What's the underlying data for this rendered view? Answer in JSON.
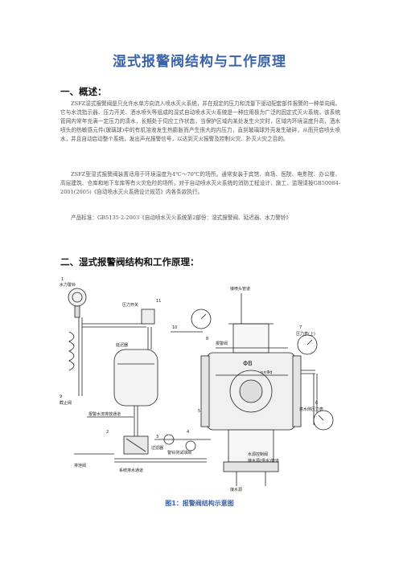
{
  "doc": {
    "title": "湿式报警阀结构与工作原理",
    "section1_heading": "一、概述：",
    "paragraphs": [
      "ZSFZ湿式报警阀是只允许水单方向流入喷水灭火系统，并在规定的压力和流量下驱动配套部件报警的一种单向阀。它与水流指示器、压力开关、洒水喷头等组成的湿式自动喷水灭火系统是一种应用极为广泛的固定式灭火系统。该系统管网内常年充满一定压力的清水，长期处于伺应工作状态，当保护区域内某处发生火灾时，区域内环境温度升高，洒水喷头的热敏感元件(玻璃球)中的有机溶液发生热膨胀而产生很大的内压力，直到玻璃球外壳发生破碎，从而开启喷头喷水，并且自动启动整个系统，发出声光报警信号，以达到灭火报警及控制火灾、扑灭火灾之目的。",
      "ZSFZ型湿式报警阀装置适用于环境温度为4℃～70℃的场所。通常安装于宾馆、商场、医院、电影院、办公楼、高层建筑、仓库和地下车库等有火灾危险的场所，对于自动喷水灭火系统的消防工程设计、施工、监理请按GB50084-2001(2005)《自动喷水灭火系统设计规范》内各条款执行。",
      "产品标准：GB5135·2-2003《自动喷水灭火系统第2部份：湿式报警阀、延迟器、水力警铃》"
    ],
    "section2_heading": "二、湿式报警阀结构和工作原理：",
    "figure_caption": "图1：报警阀结构示意图"
  },
  "diagram": {
    "labels": {
      "l1": "1",
      "alarm_bell": "水力警铃",
      "pressure_switch": "压力开关",
      "l11": "11",
      "l10": "10",
      "l9": "9",
      "stop_valve": "截止阀",
      "alarm_drain": "报警水流排放通道",
      "retard_chamber": "延迟器",
      "l2": "2",
      "l3": "3",
      "filter": "过滤器",
      "l4": "4",
      "test_drain_valve": "警铃测试球阀",
      "l5": "5",
      "drain_channel": "排泄阀",
      "l8": "8",
      "valve_body": "报警阀",
      "to_sprinkler": "接喷头管道",
      "l7": "7",
      "upper_gauge": "压力表(上)",
      "l6": "6",
      "lower_gauge": "进水侧压力表",
      "phi_b": "ΦB",
      "n_x_phi": "n×Φd",
      "main_drain": "水源控制阀",
      "from_supply": "接水源(供水)管道",
      "connect_water": "接水源",
      "test_channel": "系统排水通道"
    }
  }
}
